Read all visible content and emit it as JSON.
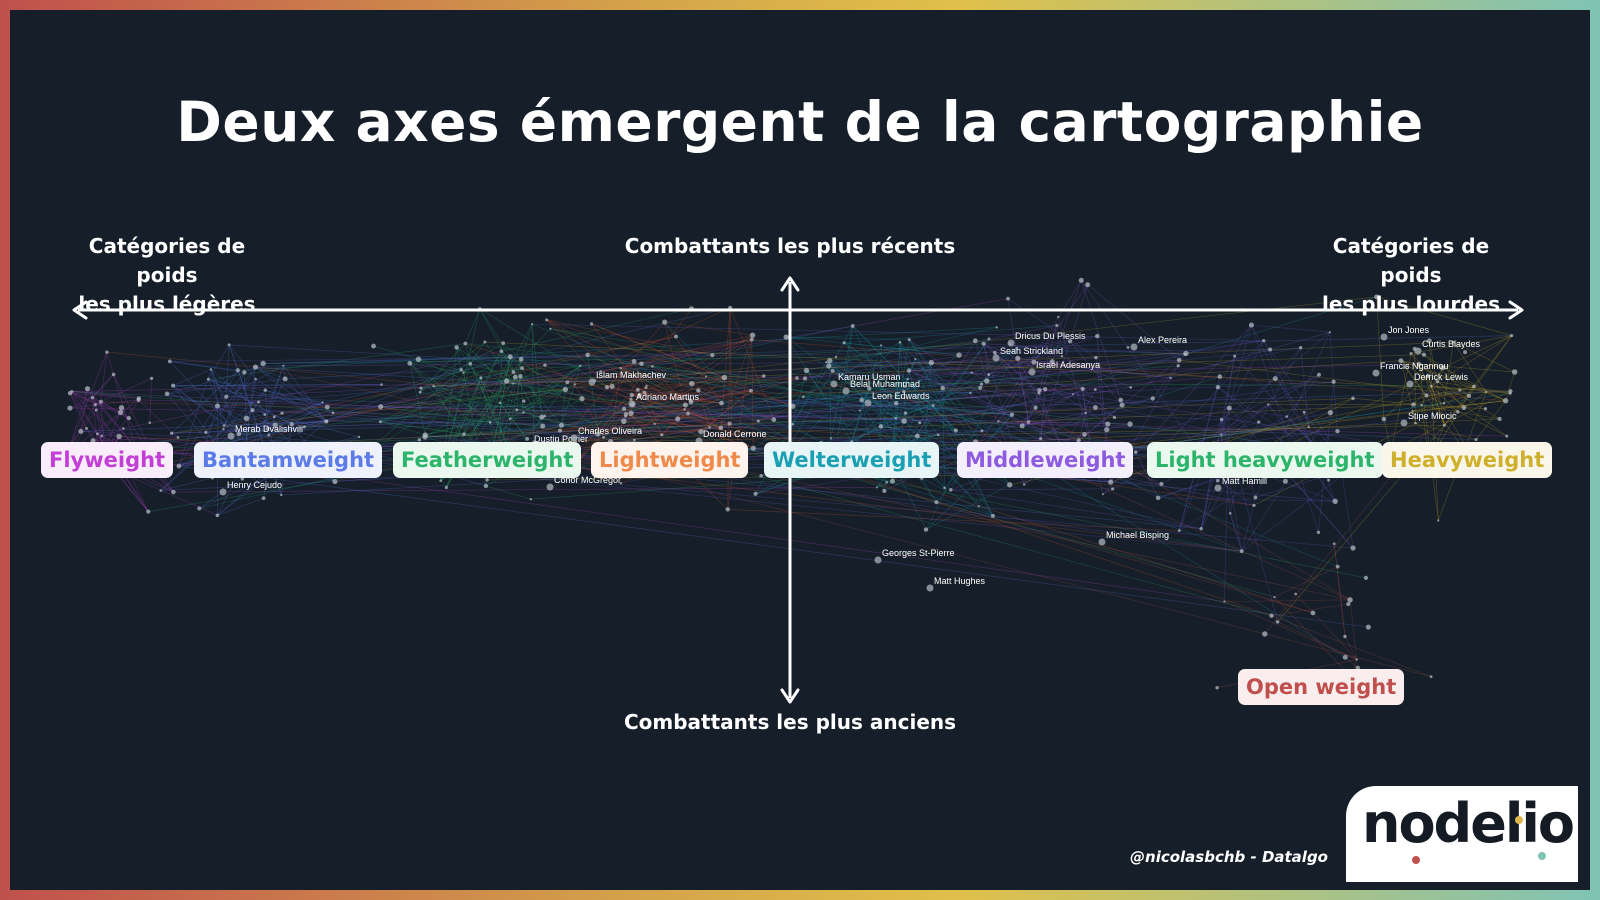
{
  "title": "Deux axes émergent de la cartographie",
  "axes": {
    "left": "Catégories de poids\nles plus légères",
    "right": "Catégories de poids\nles plus lourdes",
    "top": "Combattants les plus récents",
    "bottom": "Combattants les plus anciens"
  },
  "categories": [
    {
      "label": "Flyweight",
      "color": "#c23fd6"
    },
    {
      "label": "Bantamweight",
      "color": "#5b7be8"
    },
    {
      "label": "Featherweight",
      "color": "#2cb56a"
    },
    {
      "label": "Lightweight",
      "color": "#f08a4b"
    },
    {
      "label": "Welterweight",
      "color": "#1a9fb3"
    },
    {
      "label": "Middleweight",
      "color": "#8e5be0"
    },
    {
      "label": "Light heavyweight",
      "color": "#2cb56a"
    },
    {
      "label": "Heavyweight",
      "color": "#cfb02c"
    },
    {
      "label": "Open weight",
      "color": "#c0504d"
    }
  ],
  "fighters": [
    "Curtis Blaydes",
    "Francis Ngannou",
    "Derrick Lewis",
    "Stipe Miocic",
    "Israel Adesanya",
    "Sean Strickland",
    "Dricus Du Plessis",
    "Alex Pereira",
    "Islam Makhachev",
    "Adriano Martins",
    "Donald Cerrone",
    "Dustin Poirier",
    "Charles Oliveira",
    "Kamaru Usman",
    "Belal Muhammad",
    "Leon Edwards",
    "Merab Dvalishvili",
    "Matt Hughes",
    "Georges St-Pierre",
    "Matt Hamill",
    "Michael Bisping",
    "Conor McGregor",
    "Henry Cejudo",
    "Jon Jones"
  ],
  "credit": "@nicolasbchb - Datalgo",
  "brand": "nodelio",
  "colors": {
    "background": "#161f29",
    "axis": "#ffffff",
    "frame_start": "#c0504d",
    "frame_end": "#7fc3b5"
  }
}
